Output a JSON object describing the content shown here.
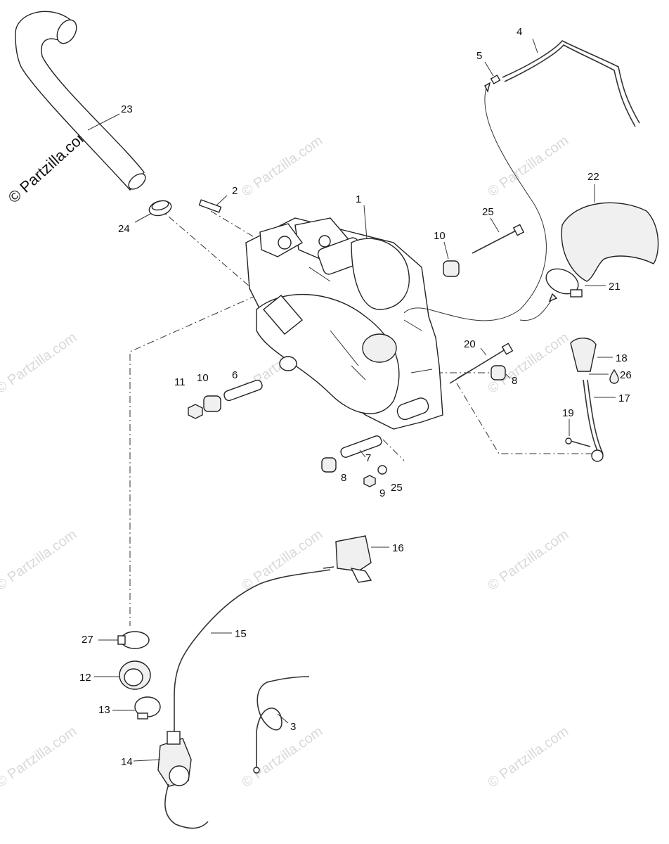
{
  "watermark": {
    "side_text": "© Partzilla.com",
    "tile_text": "© Partzilla.com"
  },
  "callouts": [
    {
      "id": "c1",
      "text": "1"
    },
    {
      "id": "c2",
      "text": "2"
    },
    {
      "id": "c3",
      "text": "3"
    },
    {
      "id": "c4",
      "text": "4"
    },
    {
      "id": "c5",
      "text": "5"
    },
    {
      "id": "c6",
      "text": "6"
    },
    {
      "id": "c7",
      "text": "7"
    },
    {
      "id": "c8a",
      "text": "8"
    },
    {
      "id": "c8b",
      "text": "8"
    },
    {
      "id": "c9",
      "text": "9"
    },
    {
      "id": "c10a",
      "text": "10"
    },
    {
      "id": "c10b",
      "text": "10"
    },
    {
      "id": "c11",
      "text": "11"
    },
    {
      "id": "c12",
      "text": "12"
    },
    {
      "id": "c13",
      "text": "13"
    },
    {
      "id": "c14",
      "text": "14"
    },
    {
      "id": "c15",
      "text": "15"
    },
    {
      "id": "c16",
      "text": "16"
    },
    {
      "id": "c17",
      "text": "17"
    },
    {
      "id": "c18",
      "text": "18"
    },
    {
      "id": "c19",
      "text": "19"
    },
    {
      "id": "c20",
      "text": "20"
    },
    {
      "id": "c21",
      "text": "21"
    },
    {
      "id": "c22",
      "text": "22"
    },
    {
      "id": "c23",
      "text": "23"
    },
    {
      "id": "c24",
      "text": "24"
    },
    {
      "id": "c25a",
      "text": "25"
    },
    {
      "id": "c25b",
      "text": "25"
    },
    {
      "id": "c26",
      "text": "26"
    },
    {
      "id": "c27",
      "text": "27"
    }
  ]
}
